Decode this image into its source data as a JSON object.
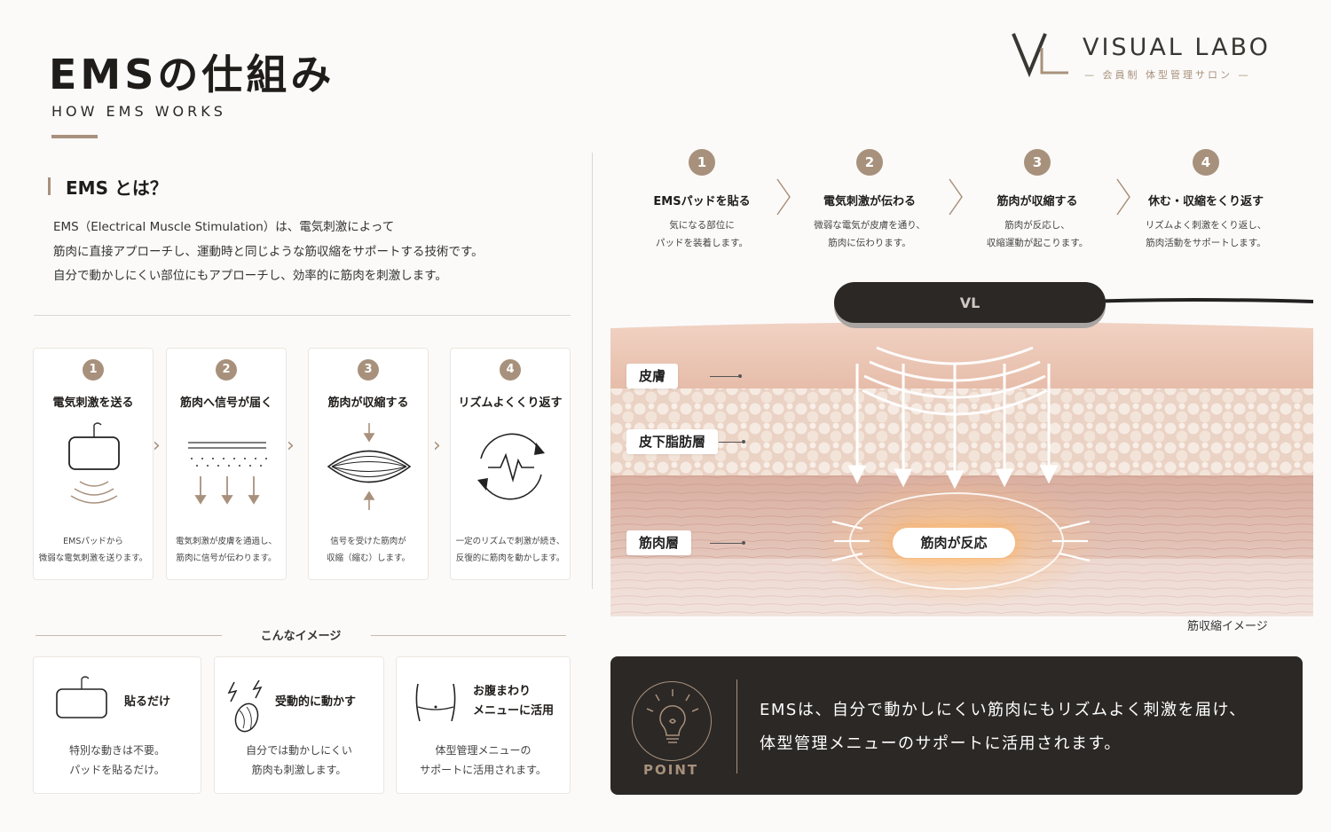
{
  "header": {
    "title": "EMSの仕組み",
    "subtitle": "HOW EMS WORKS"
  },
  "logo": {
    "name": "VISUAL LABO",
    "tagline": "— 会員制 体型管理サロン —"
  },
  "intro": {
    "heading": "EMS とは？",
    "lines": [
      "EMS（Electrical Muscle Stimulation）は、電気刺激によって",
      "筋肉に直接アプローチし、運動時と同じような筋収縮をサポートする技術です。",
      "自分で動かしにくい部位にもアプローチし、効率的に筋肉を刺激します。"
    ]
  },
  "cards": [
    {
      "num": "1",
      "title": "電気刺激を送る",
      "desc1": "EMSパッドから",
      "desc2": "微弱な電気刺激を送ります。"
    },
    {
      "num": "2",
      "title": "筋肉へ信号が届く",
      "desc1": "電気刺激が皮膚を通過し、",
      "desc2": "筋肉に信号が伝わります。"
    },
    {
      "num": "3",
      "title": "筋肉が収縮する",
      "desc1": "信号を受けた筋肉が",
      "desc2": "収縮（縮む）します。"
    },
    {
      "num": "4",
      "title": "リズムよくくり返す",
      "desc1": "一定のリズムで刺激が続き、",
      "desc2": "反復的に筋肉を動かします。"
    }
  ],
  "image_section": {
    "title": "こんなイメージ",
    "items": [
      {
        "title1": "貼るだけ",
        "title2": "",
        "desc1": "特別な動きは不要。",
        "desc2": "パッドを貼るだけ。"
      },
      {
        "title1": "受動的に動かす",
        "title2": "",
        "desc1": "自分では動かしにくい",
        "desc2": "筋肉も刺激します。"
      },
      {
        "title1": "お腹まわり",
        "title2": "メニューに活用",
        "desc1": "体型管理メニューの",
        "desc2": "サポートに活用されます。"
      }
    ]
  },
  "steps": [
    {
      "num": "1",
      "title": "EMSパッドを貼る",
      "desc1": "気になる部位に",
      "desc2": "パッドを装着します。"
    },
    {
      "num": "2",
      "title": "電気刺激が伝わる",
      "desc1": "微弱な電気が皮膚を通り、",
      "desc2": "筋肉に伝わります。"
    },
    {
      "num": "3",
      "title": "筋肉が収縮する",
      "desc1": "筋肉が反応し、",
      "desc2": "収縮運動が起こります。"
    },
    {
      "num": "4",
      "title": "休む・収縮をくり返す",
      "desc1": "リズムよく刺激をくり返し、",
      "desc2": "筋肉活動をサポートします。"
    }
  ],
  "illustration": {
    "labels": {
      "skin": "皮膚",
      "fat": "皮下脂肪層",
      "muscle": "筋肉層"
    },
    "reaction": "筋肉が反応",
    "caption": "筋収縮イメージ"
  },
  "point": {
    "label": "POINT",
    "line1": "EMSは、自分で動かしにくい筋肉にもリズムよく刺激を届け、",
    "line2": "体型管理メニューのサポートに活用されます。"
  },
  "colors": {
    "accent": "#a8917c",
    "dark": "#2b2826",
    "skin": "#e9c3b2",
    "fat": "#f3e3d7",
    "muscle": "#d7aa9c"
  },
  "icons": [
    "ems-pad-icon",
    "signal-waves-icon",
    "muscle-contract-icon",
    "rhythm-cycle-icon",
    "lightbulb-icon",
    "lightning-icon",
    "abdomen-icon"
  ]
}
